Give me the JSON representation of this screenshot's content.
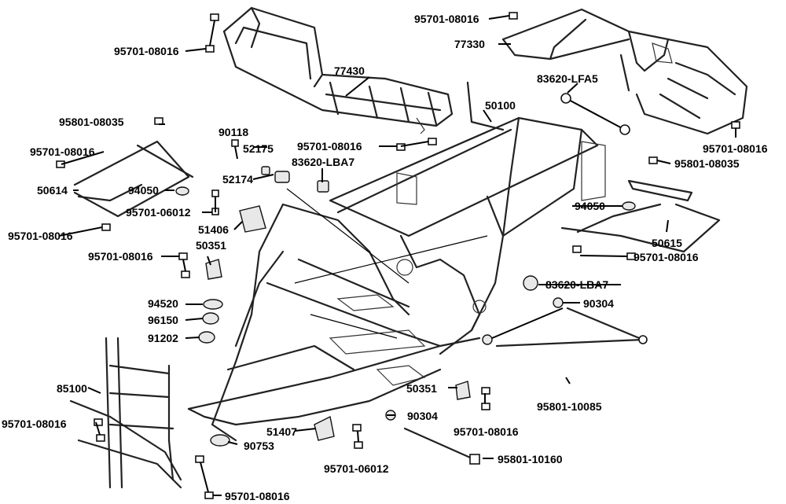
{
  "diagram": {
    "labels": {
      "l_77430": "77430",
      "l_77330": "77330",
      "l_95701_08016_a": "95701-08016",
      "l_95701_08016_b": "95701-08016",
      "l_95701_08016_c": "95701-08016",
      "l_95701_08016_d": "95701-08016",
      "l_95701_08016_e": "95701-08016",
      "l_95701_08016_f": "95701-08016",
      "l_95701_08016_g": "95701-08016",
      "l_95701_08016_h": "95701-08016",
      "l_95701_08016_i": "95701-08016",
      "l_95701_08016_j": "95701-08016",
      "l_95701_08016_k": "95701-08016",
      "l_95801_08035_a": "95801-08035",
      "l_95801_08035_b": "95801-08035",
      "l_83620_lfa5": "83620-LFA5",
      "l_50100": "50100",
      "l_90118": "90118",
      "l_52175": "52175",
      "l_52174": "52174",
      "l_83620_lba7_a": "83620-LBA7",
      "l_83620_lba7_b": "83620-LBA7",
      "l_50614": "50614",
      "l_50615": "50615",
      "l_94050_a": "94050",
      "l_94050_b": "94050",
      "l_95701_06012_a": "95701-06012",
      "l_95701_06012_b": "95701-06012",
      "l_51406": "51406",
      "l_50351_a": "50351",
      "l_50351_b": "50351",
      "l_94520": "94520",
      "l_96150": "96150",
      "l_91202": "91202",
      "l_90304_a": "90304",
      "l_90304_b": "90304",
      "l_85100": "85100",
      "l_95801_10085": "95801-10085",
      "l_51407": "51407",
      "l_90753": "90753",
      "l_95801_10160": "95801-10160"
    }
  }
}
